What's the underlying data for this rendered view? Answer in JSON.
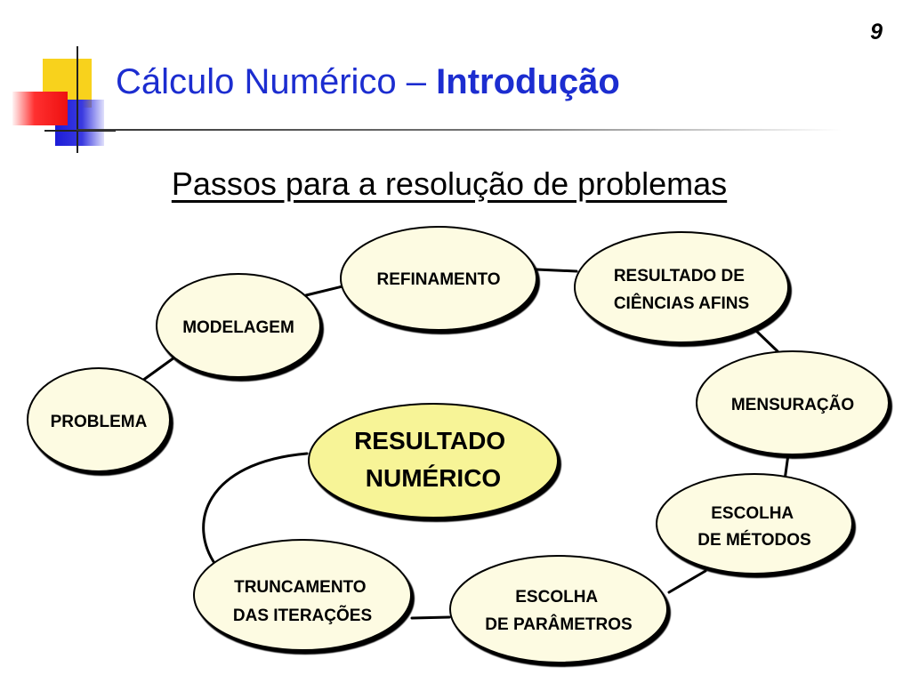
{
  "slide": {
    "page_number": "9",
    "title_regular": "Cálculo Numérico – ",
    "title_bold": "Introdução",
    "subtitle": "Passos para a resolução de problemas"
  },
  "colors": {
    "title": "#1c2dd0",
    "node_fill": "#fdfbe2",
    "center_fill": "#f7f497",
    "logo_yellow": "#f8d21c",
    "logo_blue": "#1c1cd8",
    "logo_red": "#ee1010"
  },
  "diagram": {
    "nodes": [
      {
        "id": "problema",
        "lines": [
          "PROBLEMA"
        ]
      },
      {
        "id": "modelagem",
        "lines": [
          "MODELAGEM"
        ]
      },
      {
        "id": "refinamento",
        "lines": [
          "REFINAMENTO"
        ]
      },
      {
        "id": "resultado-ciencias",
        "lines": [
          "RESULTADO DE",
          "CIÊNCIAS AFINS"
        ]
      },
      {
        "id": "mensuracao",
        "lines": [
          "MENSURAÇÃO"
        ]
      },
      {
        "id": "escolha-metodos",
        "lines": [
          "ESCOLHA",
          "DE MÉTODOS"
        ]
      },
      {
        "id": "escolha-parametros",
        "lines": [
          "ESCOLHA",
          "DE PARÂMETROS"
        ]
      },
      {
        "id": "truncamento",
        "lines": [
          "TRUNCAMENTO",
          "DAS ITERAÇÕES"
        ]
      },
      {
        "id": "resultado-numerico",
        "lines": [
          "RESULTADO",
          "NUMÉRICO"
        ],
        "highlight": true
      }
    ]
  }
}
